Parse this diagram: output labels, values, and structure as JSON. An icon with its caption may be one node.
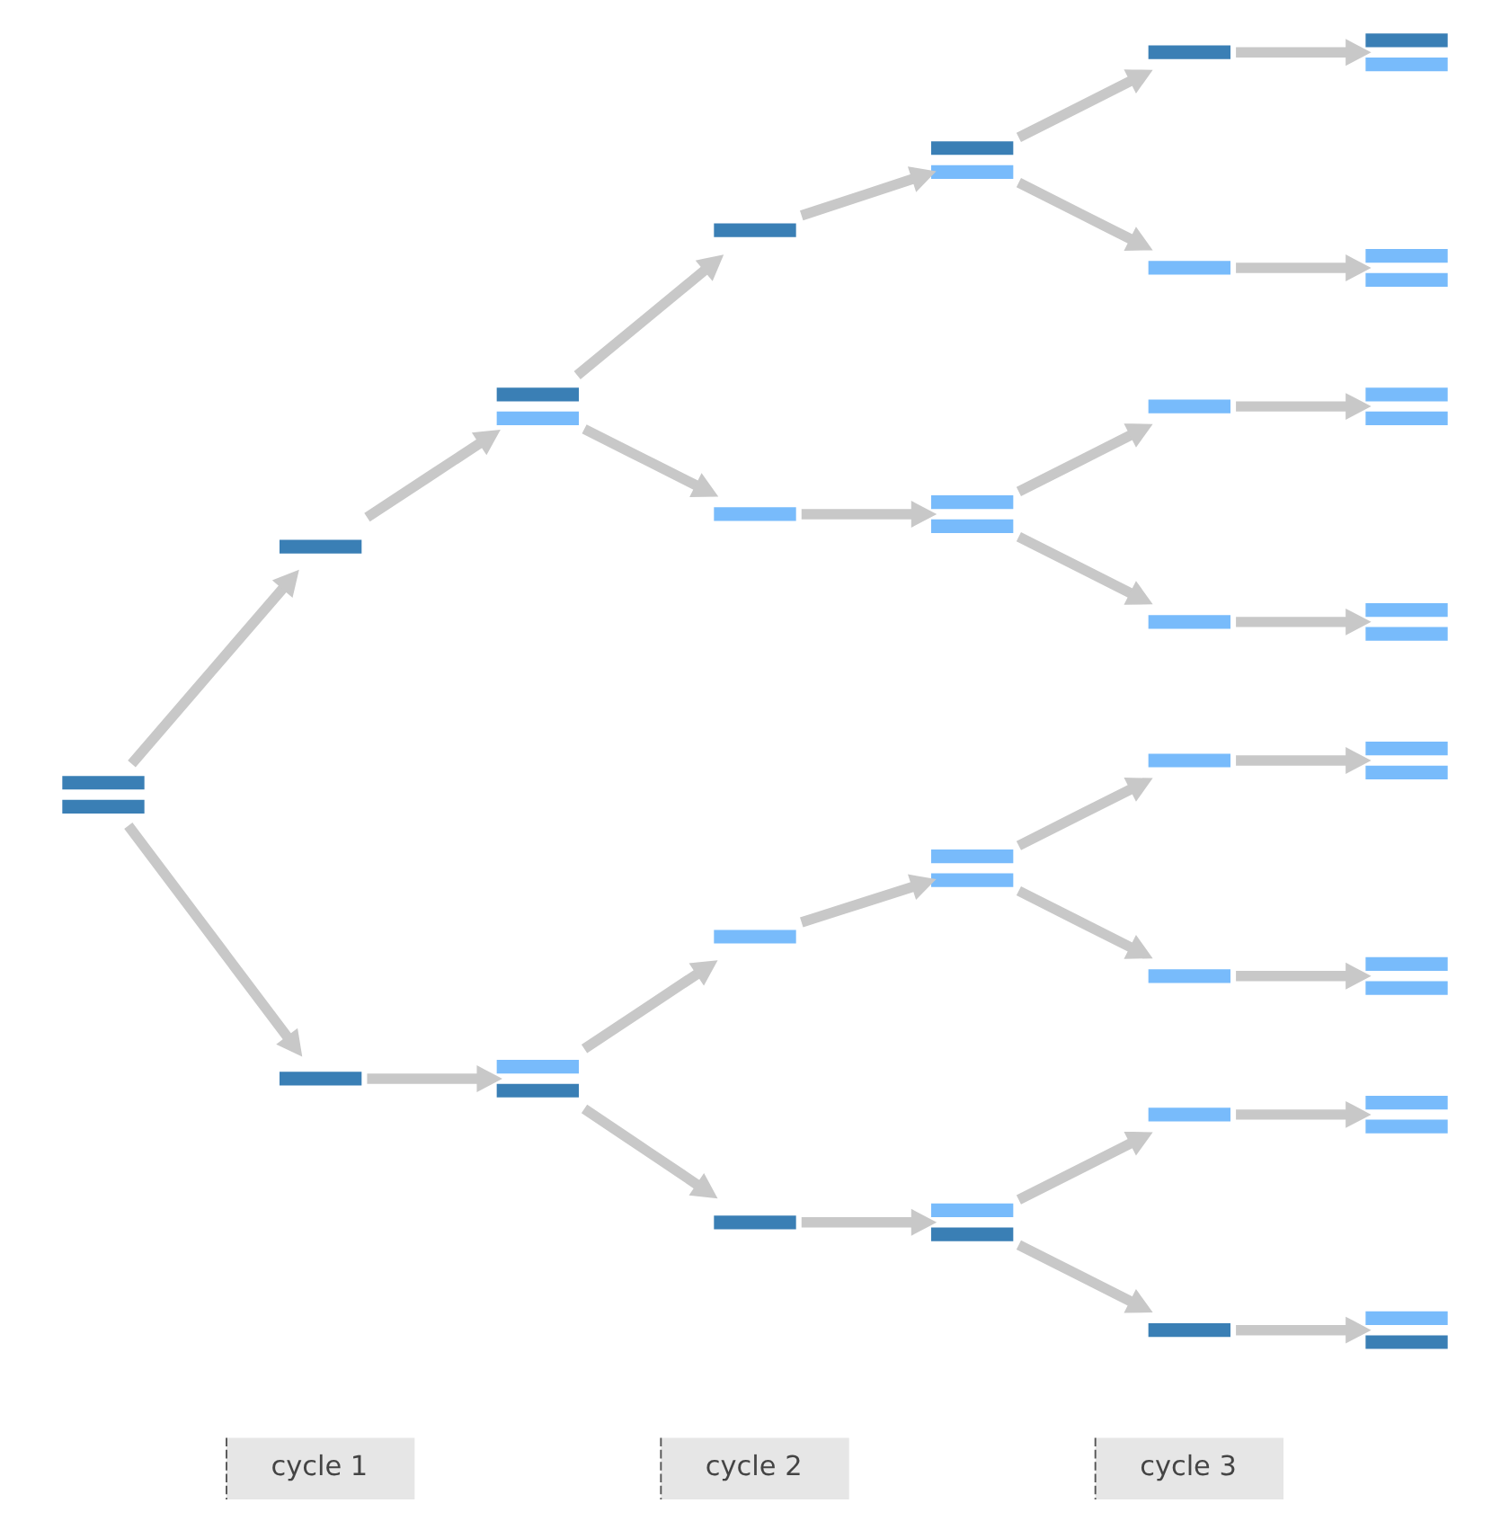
{
  "diagram": {
    "nodes": [
      {
        "text": [],
        "shape": "bar"
      },
      {
        "text": [],
        "shape": "bar"
      },
      {
        "text": [],
        "shape": "bar"
      },
      {
        "text": [],
        "shape": "bar"
      },
      {
        "text": [],
        "shape": "bar"
      },
      {
        "text": [],
        "shape": "bar"
      },
      {
        "text": [],
        "shape": "bar"
      },
      {
        "text": [],
        "shape": "bar"
      },
      {
        "text": [],
        "shape": "bar"
      },
      {
        "text": [],
        "shape": "bar"
      },
      {
        "text": [],
        "shape": "bar"
      },
      {
        "text": [],
        "shape": "bar"
      },
      {
        "text": [],
        "shape": "bar"
      },
      {
        "text": [],
        "shape": "bar"
      },
      {
        "text": [],
        "shape": "bar"
      },
      {
        "text": [],
        "shape": "bar"
      },
      {
        "text": [],
        "shape": "bar"
      },
      {
        "text": [],
        "shape": "bar"
      },
      {
        "text": [],
        "shape": "bar"
      },
      {
        "text": [],
        "shape": "bar"
      },
      {
        "text": [],
        "shape": "bar"
      },
      {
        "text": [],
        "shape": "bar"
      },
      {
        "text": [],
        "shape": "bar"
      },
      {
        "text": [],
        "shape": "bar"
      },
      {
        "text": [],
        "shape": "bar"
      },
      {
        "text": [],
        "shape": "bar"
      },
      {
        "text": [],
        "shape": "bar"
      },
      {
        "text": [],
        "shape": "bar"
      },
      {
        "text": [],
        "shape": "bar"
      }
    ],
    "edges": [
      {
        "from": 0,
        "to": 1,
        "arrow": "to"
      },
      {
        "from": 0,
        "to": 2,
        "arrow": "to"
      },
      {
        "from": 1,
        "to": 3,
        "arrow": "to"
      },
      {
        "from": 2,
        "to": 4,
        "arrow": "to"
      },
      {
        "from": 3,
        "to": 5,
        "arrow": "to"
      },
      {
        "from": 3,
        "to": 6,
        "arrow": "to"
      },
      {
        "from": 4,
        "to": 7,
        "arrow": "to"
      },
      {
        "from": 4,
        "to": 8,
        "arrow": "to"
      },
      {
        "from": 5,
        "to": 9,
        "arrow": "to"
      },
      {
        "from": 6,
        "to": 10,
        "arrow": "to"
      },
      {
        "from": 7,
        "to": 11,
        "arrow": "to"
      },
      {
        "from": 8,
        "to": 12,
        "arrow": "to"
      },
      {
        "from": 9,
        "to": 13,
        "arrow": "to"
      },
      {
        "from": 9,
        "to": 14,
        "arrow": "to"
      },
      {
        "from": 10,
        "to": 15,
        "arrow": "to"
      },
      {
        "from": 10,
        "to": 16,
        "arrow": "to"
      },
      {
        "from": 11,
        "to": 17,
        "arrow": "to"
      },
      {
        "from": 11,
        "to": 18,
        "arrow": "to"
      },
      {
        "from": 12,
        "to": 19,
        "arrow": "to"
      },
      {
        "from": 12,
        "to": 20,
        "arrow": "to"
      },
      {
        "from": 13,
        "to": 21,
        "arrow": "to"
      },
      {
        "from": 14,
        "to": 22,
        "arrow": "to"
      },
      {
        "from": 15,
        "to": 23,
        "arrow": "to"
      },
      {
        "from": 16,
        "to": 24,
        "arrow": "to"
      },
      {
        "from": 17,
        "to": 25,
        "arrow": "to"
      },
      {
        "from": 18,
        "to": 26,
        "arrow": "to"
      },
      {
        "from": 19,
        "to": 27,
        "arrow": "to"
      },
      {
        "from": 20,
        "to": 28,
        "arrow": "to"
      }
    ],
    "labels": [
      "cycle 1",
      "cycle 2",
      "cycle 3"
    ]
  }
}
